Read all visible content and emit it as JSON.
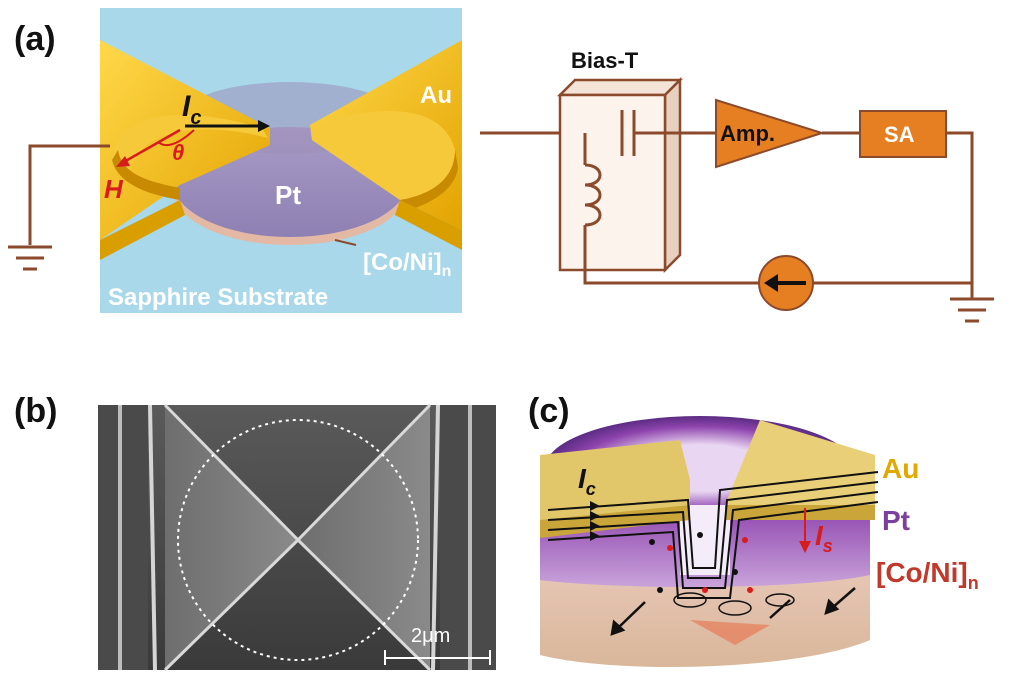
{
  "panels": {
    "a": {
      "tag": "(a)",
      "labels": {
        "au": "Au",
        "pt": "Pt",
        "conin": "[Co/Ni]",
        "conin_sub": "n",
        "ic": "I",
        "ic_sub": "c",
        "theta": "θ",
        "h": "H",
        "substrate": "Sapphire Substrate"
      },
      "circuit": {
        "bias_t": "Bias-T",
        "amp": "Amp.",
        "sa": "SA"
      }
    },
    "b": {
      "tag": "(b)",
      "scale_bar": "2μm"
    },
    "c": {
      "tag": "(c)",
      "labels": {
        "ic": "I",
        "ic_sub": "c",
        "is": "I",
        "is_sub": "s",
        "au": "Au",
        "pt": "Pt",
        "conin": "[Co/Ni]",
        "conin_sub": "n"
      }
    }
  },
  "colors": {
    "wire": "#8B4A2B",
    "au": "#F2B705",
    "au_dark": "#C88A00",
    "pt": "#9C8FB8",
    "substrate": "#A8D8EA",
    "orange": "#E67E22",
    "red_label": "#C0392B",
    "pt_label": "#7B3FA0",
    "au_label": "#E0A800"
  }
}
